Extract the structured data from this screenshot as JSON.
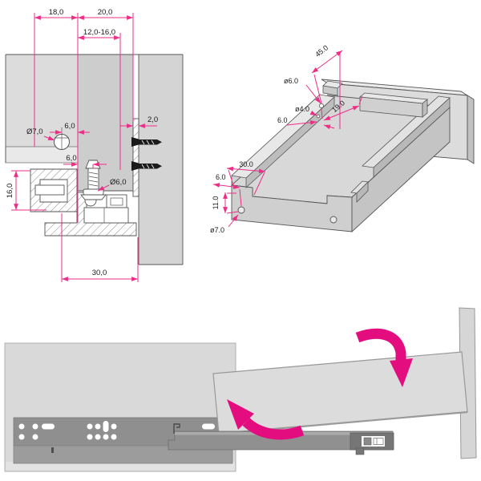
{
  "diagram": {
    "title": "drawer-slide installation technical drawing",
    "section_view": {
      "labels": {
        "w18": "18,0",
        "w20": "20,0",
        "range": "12,0-16,0",
        "off6": "6,0",
        "dia7": "Ø7,0",
        "t2": "2,0",
        "pin6": "6,0",
        "pindia": "Ø6,0",
        "h16": "16,0",
        "w30": "30,0"
      }
    },
    "iso_view": {
      "labels": {
        "d45": "45.0",
        "dia6": "ø6.0",
        "dia4": "ø4.0",
        "e6": "6.0",
        "n19": "19.0",
        "f30": "30.0",
        "s6": "6.0",
        "h11": "11.0",
        "dia7": "ø7.0"
      }
    },
    "assembly_view": {
      "icons": [
        "rotate-down-arrow",
        "swing-left-arrow"
      ]
    },
    "colors": {
      "dimension_pink": "#ee2d87",
      "arrow_pink": "#e40d80",
      "panel_light_gray": "#dcdcdc",
      "panel_mid_gray": "#cdcdcd",
      "rail_gray": "#8f8f8f",
      "line_dark": "#555555"
    }
  }
}
